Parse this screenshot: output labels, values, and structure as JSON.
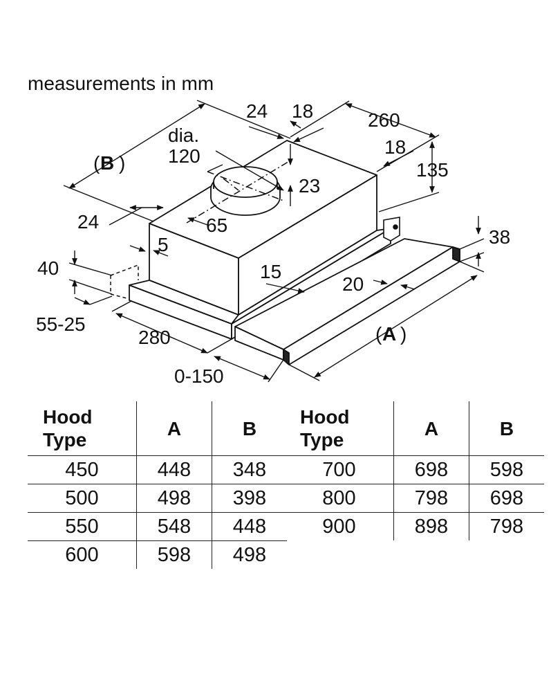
{
  "caption": "measurements in mm",
  "dimensions": {
    "d24_top": "24",
    "d18_top": "18",
    "d260": "260",
    "dia": "dia.",
    "d120": "120",
    "d18_right": "18",
    "d135": "135",
    "d23": "23",
    "d65": "65",
    "d24_left": "24",
    "d5": "5",
    "d38": "38",
    "d40": "40",
    "d15": "15",
    "d20": "20",
    "d55_25": "55-25",
    "d280": "280",
    "d0_150": "0-150",
    "label_B_open": "(",
    "label_B": "B",
    "label_B_close": ")",
    "label_A_open": "(",
    "label_A": "A",
    "label_A_close": ")"
  },
  "tables": [
    {
      "headers": {
        "type_line1": "Hood",
        "type_line2": "Type",
        "a": "A",
        "b": "B"
      },
      "rows": [
        {
          "type": "450",
          "a": "448",
          "b": "348"
        },
        {
          "type": "500",
          "a": "498",
          "b": "398"
        },
        {
          "type": "550",
          "a": "548",
          "b": "448"
        },
        {
          "type": "600",
          "a": "598",
          "b": "498"
        }
      ]
    },
    {
      "headers": {
        "type_line1": "Hood",
        "type_line2": "Type",
        "a": "A",
        "b": "B"
      },
      "rows": [
        {
          "type": "700",
          "a": "698",
          "b": "598"
        },
        {
          "type": "800",
          "a": "798",
          "b": "698"
        },
        {
          "type": "900",
          "a": "898",
          "b": "798"
        }
      ]
    }
  ]
}
